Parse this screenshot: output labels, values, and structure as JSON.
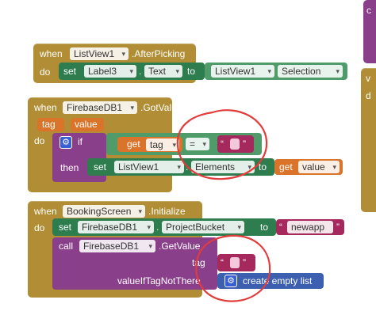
{
  "block1": {
    "when": "when",
    "component": "ListView1",
    "event": ".AfterPicking",
    "do": "do",
    "set": "set",
    "target": "Label3",
    "prop_dot": ".",
    "prop": "Text",
    "to": "to",
    "source": "ListView1",
    "source_prop": "Selection"
  },
  "block2": {
    "when": "when",
    "component": "FirebaseDB1",
    "event": ".GotValue",
    "param1": "tag",
    "param2": "value",
    "do": "do",
    "if": "if",
    "then": "then",
    "get1": "get",
    "get1_var": "tag",
    "op": "=",
    "set": "set",
    "target": "ListView1",
    "prop_dot": ".",
    "prop": "Elements",
    "to": "to",
    "get2": "get",
    "get2_var": "value",
    "str_open": "“",
    "str_close": "”"
  },
  "block3": {
    "when": "when",
    "component": "BookingScreen",
    "event": ".Initialize",
    "do": "do",
    "set": "set",
    "target": "FirebaseDB1",
    "prop_dot": ".",
    "prop": "ProjectBucket",
    "to": "to",
    "value": "newapp",
    "str_open": "“",
    "str_close": "”",
    "call": "call",
    "call_component": "FirebaseDB1",
    "call_method": ".GetValue",
    "arg_tag": "tag",
    "arg_default": "valueIfTagNotThere",
    "default_value": "create empty list"
  },
  "right_blocks": {
    "top_letter": "c",
    "mid_letter_1": "v",
    "mid_letter_2": "d"
  },
  "colors": {
    "event": "#b18e35",
    "set": "#2e7d4e",
    "component_get": "#4f9c6a",
    "if": "#8a3f8a",
    "variable": "#d9742a",
    "text": "#a5295c",
    "list": "#3d5fb0",
    "annotation": "#e23b3b"
  }
}
